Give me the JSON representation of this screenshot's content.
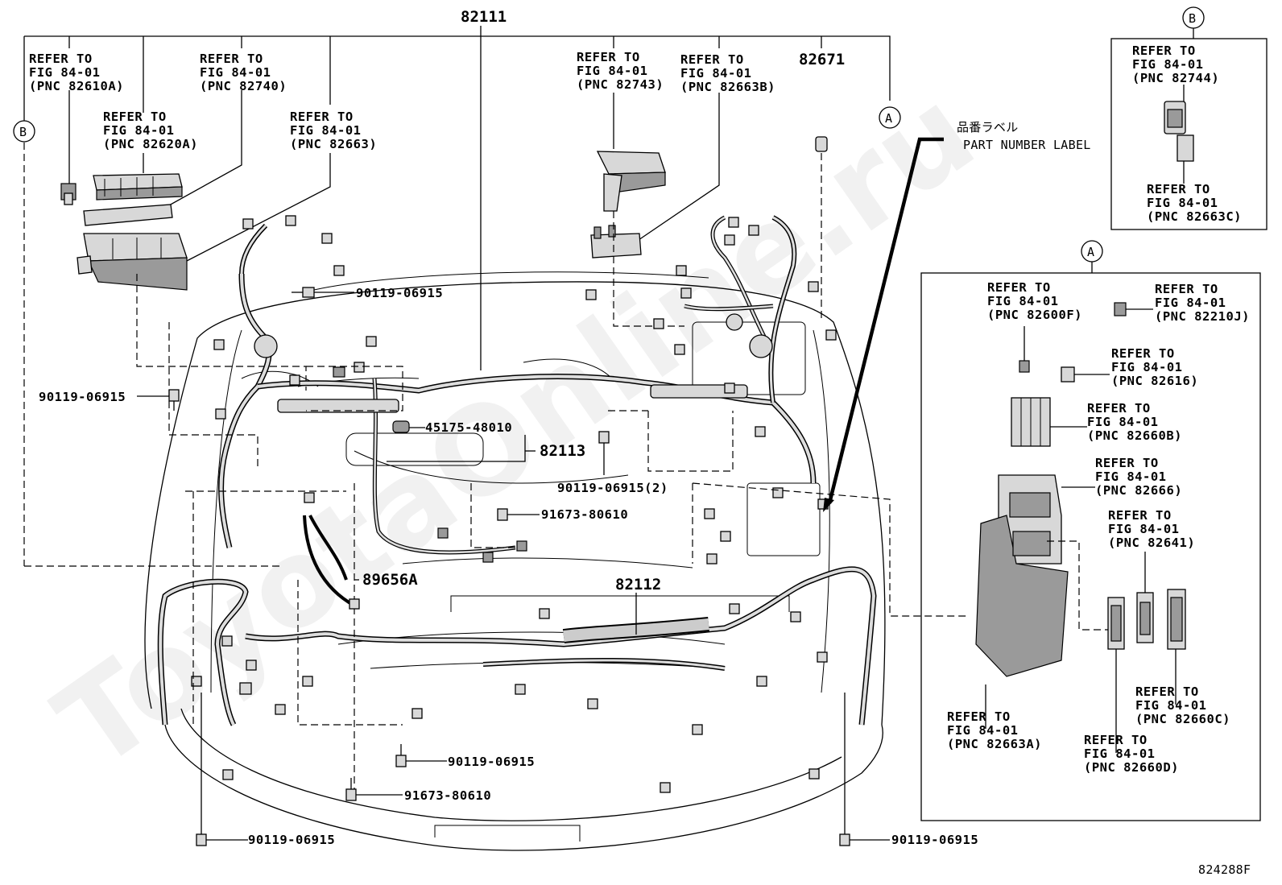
{
  "watermark": "ToyotaOnline.ru",
  "diagram_code": "824288F",
  "main_part": "82111",
  "part_82671": "82671",
  "part_82113": "82113",
  "part_82112": "82112",
  "part_89656A": "89656A",
  "label_45175": "45175-48010",
  "bolt_90119_a": "90119-06915",
  "bolt_90119_b": "90119-06915",
  "bolt_90119_c": "90119-06915(2)",
  "bolt_90119_d": "90119-06915",
  "bolt_90119_e": "90119-06915",
  "bolt_90119_f": "90119-06915",
  "bolt_91673_a": "91673-80610",
  "bolt_91673_b": "91673-80610",
  "marker_a": "A",
  "marker_b": "B",
  "part_label_jp": "品番ラベル",
  "part_label_en": "PART NUMBER LABEL",
  "refer_line1": "REFER TO",
  "refer_line2": "FIG 84-01",
  "refs": {
    "r82610A": "(PNC 82610A)",
    "r82740": "(PNC 82740)",
    "r82620A": "(PNC 82620A)",
    "r82663": "(PNC 82663)",
    "r82743": "(PNC 82743)",
    "r82663B": "(PNC 82663B)",
    "r82744": "(PNC 82744)",
    "r82663C": "(PNC 82663C)",
    "r82600F": "(PNC 82600F)",
    "r82210J": "(PNC 82210J)",
    "r82616": "(PNC 82616)",
    "r82660B": "(PNC 82660B)",
    "r82666": "(PNC 82666)",
    "r82641": "(PNC 82641)",
    "r82660C": "(PNC 82660C)",
    "r82660D": "(PNC 82660D)",
    "r82663A": "(PNC 82663A)"
  }
}
